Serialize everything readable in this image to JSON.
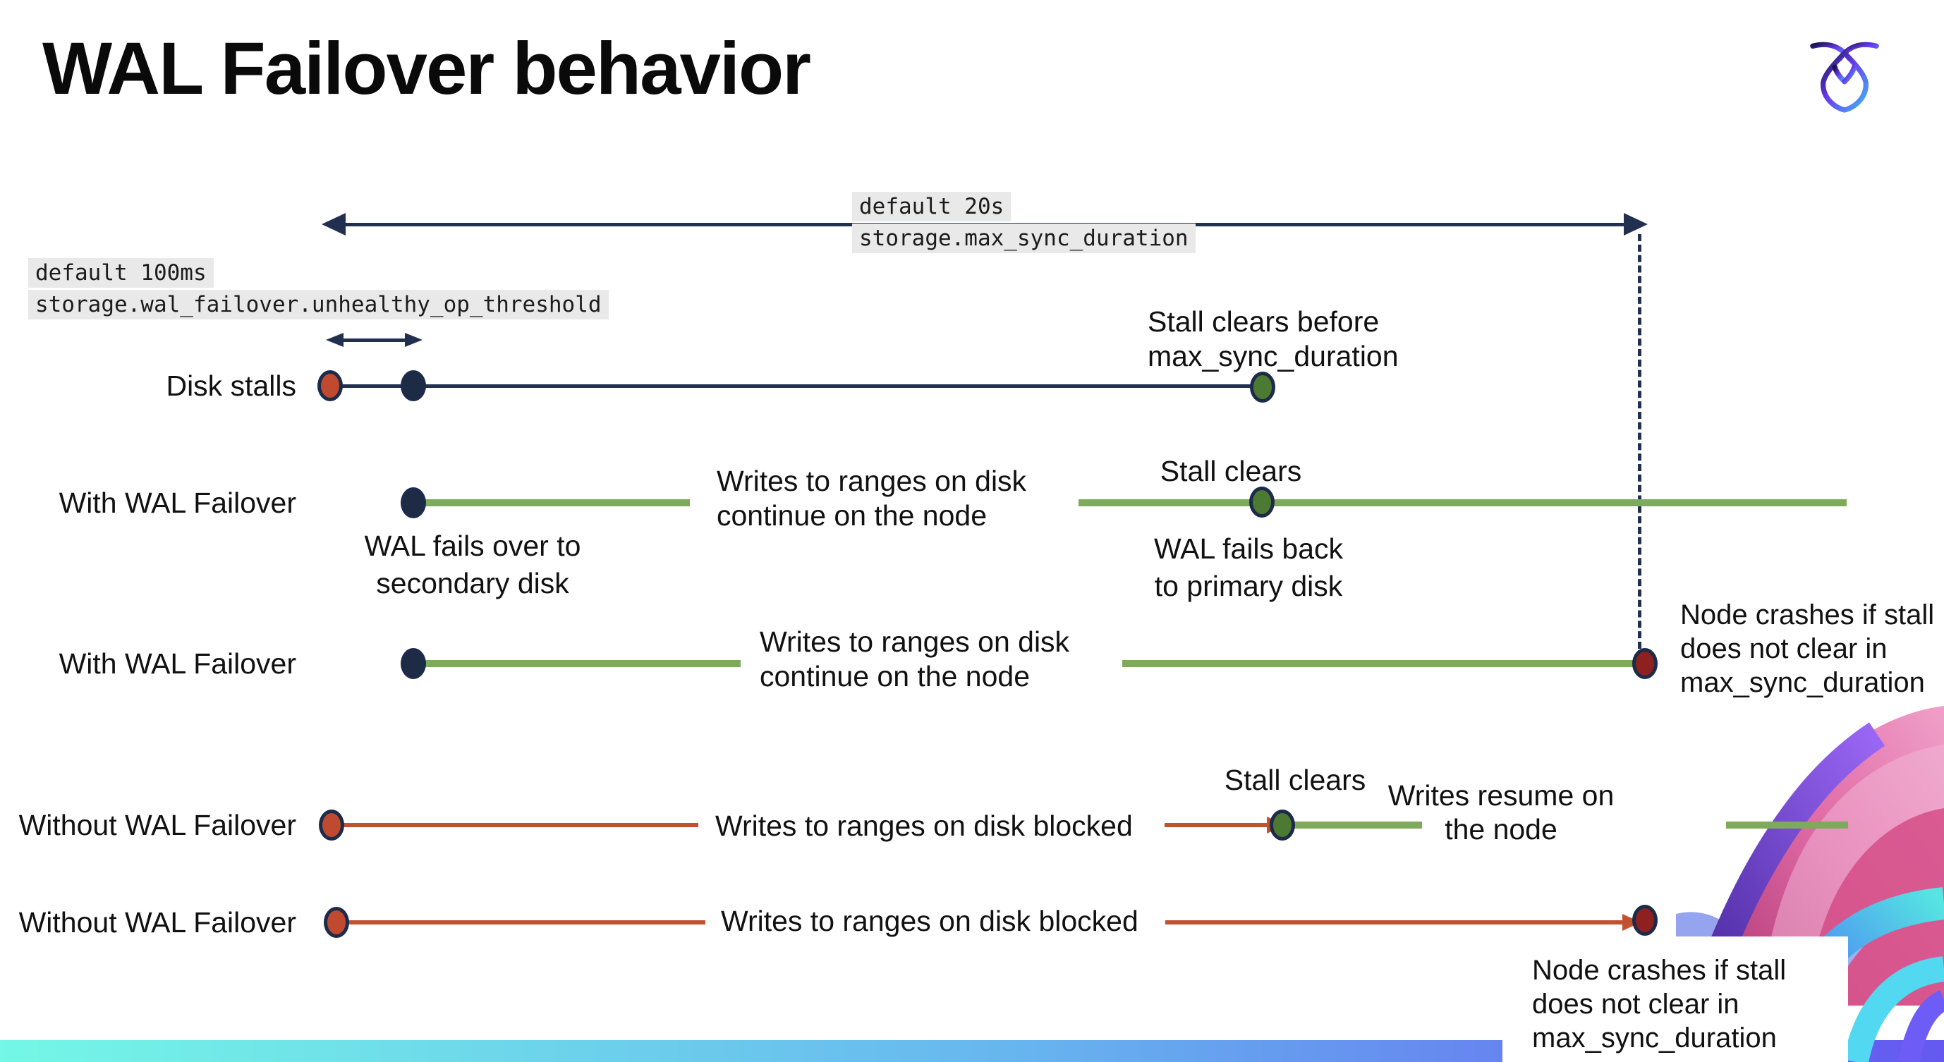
{
  "title": "WAL Failover behavior",
  "logo": "cockroachdb-logo",
  "annotations": {
    "max_sync_duration": {
      "line1": "default 20s",
      "line2": "storage.max_sync_duration"
    },
    "unhealthy_op_threshold": {
      "line1": "default 100ms",
      "line2": "storage.wal_failover.unhealthy_op_threshold"
    }
  },
  "rows": [
    {
      "label": "Disk stalls"
    },
    {
      "label": "With WAL Failover"
    },
    {
      "label": "With WAL Failover"
    },
    {
      "label": "Without WAL Failover"
    },
    {
      "label": "Without WAL Failover"
    }
  ],
  "texts": {
    "stall_clears_before_l1": "Stall clears before",
    "stall_clears_before_l2": "max_sync_duration",
    "writes_continue_l1": "Writes to ranges on disk",
    "writes_continue_l2": "continue on the node",
    "stall_clears": "Stall clears",
    "wal_fails_over_l1": "WAL fails over to",
    "wal_fails_over_l2": "secondary disk",
    "wal_fails_back_l1": "WAL fails  back",
    "wal_fails_back_l2": "to primary disk",
    "node_crashes_l1": "Node crashes if stall",
    "node_crashes_l2": "does not clear in",
    "node_crashes_l3": "max_sync_duration",
    "writes_blocked": "Writes to ranges on disk  blocked",
    "writes_resume_l1": "Writes resume on",
    "writes_resume_l2": "the node"
  },
  "colors": {
    "navy": "#22304f",
    "green_line": "#7dab5b",
    "green_dot": "#4d7a33",
    "red_line": "#c2512f",
    "red_dot": "#bf4a2f",
    "dark_red_dot": "#8e2020",
    "code_label_bg": "#e9e9e9",
    "footer_gradient": [
      "#74f7e6",
      "#67b6ef",
      "#6458f0"
    ]
  }
}
